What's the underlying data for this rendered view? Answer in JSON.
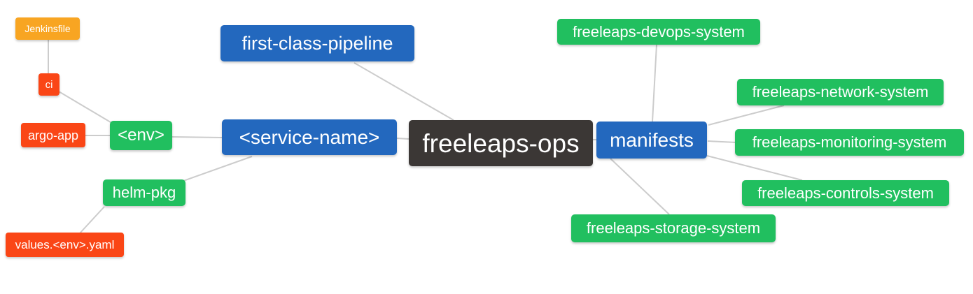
{
  "diagram": {
    "type": "mindmap",
    "background_color": "#ffffff",
    "edge_color": "#cccccc",
    "palette": {
      "root_dark": "#3b3735",
      "blue": "#2368be",
      "green": "#21bf5f",
      "red": "#fa4616",
      "orange": "#f8a522",
      "node_text": "#ffffff"
    },
    "root": "freeleaps-ops",
    "nodes": [
      {
        "id": "jenkinsfile",
        "label": "Jenkinsfile",
        "color": "orange"
      },
      {
        "id": "ci",
        "label": "ci",
        "color": "red"
      },
      {
        "id": "argo-app",
        "label": "argo-app",
        "color": "red"
      },
      {
        "id": "env",
        "label": "<env>",
        "color": "green"
      },
      {
        "id": "helm-pkg",
        "label": "helm-pkg",
        "color": "green"
      },
      {
        "id": "values-env-yaml",
        "label": "values.<env>.yaml",
        "color": "red"
      },
      {
        "id": "first-class-pipeline",
        "label": "first-class-pipeline",
        "color": "blue"
      },
      {
        "id": "service-name",
        "label": "<service-name>",
        "color": "blue"
      },
      {
        "id": "freeleaps-ops",
        "label": "freeleaps-ops",
        "color": "dark"
      },
      {
        "id": "manifests",
        "label": "manifests",
        "color": "blue"
      },
      {
        "id": "freeleaps-devops-system",
        "label": "freeleaps-devops-system",
        "color": "green"
      },
      {
        "id": "freeleaps-network-system",
        "label": "freeleaps-network-system",
        "color": "green"
      },
      {
        "id": "freeleaps-monitoring-system",
        "label": "freeleaps-monitoring-system",
        "color": "green"
      },
      {
        "id": "freeleaps-controls-system",
        "label": "freeleaps-controls-system",
        "color": "green"
      },
      {
        "id": "freeleaps-storage-system",
        "label": "freeleaps-storage-system",
        "color": "green"
      }
    ],
    "edges": [
      {
        "from": "jenkinsfile",
        "to": "ci"
      },
      {
        "from": "ci",
        "to": "env"
      },
      {
        "from": "argo-app",
        "to": "env"
      },
      {
        "from": "env",
        "to": "service-name"
      },
      {
        "from": "service-name",
        "to": "helm-pkg"
      },
      {
        "from": "helm-pkg",
        "to": "values-env-yaml"
      },
      {
        "from": "service-name",
        "to": "freeleaps-ops"
      },
      {
        "from": "first-class-pipeline",
        "to": "freeleaps-ops"
      },
      {
        "from": "freeleaps-ops",
        "to": "manifests"
      },
      {
        "from": "manifests",
        "to": "freeleaps-devops-system"
      },
      {
        "from": "manifests",
        "to": "freeleaps-network-system"
      },
      {
        "from": "manifests",
        "to": "freeleaps-monitoring-system"
      },
      {
        "from": "manifests",
        "to": "freeleaps-controls-system"
      },
      {
        "from": "manifests",
        "to": "freeleaps-storage-system"
      }
    ]
  }
}
